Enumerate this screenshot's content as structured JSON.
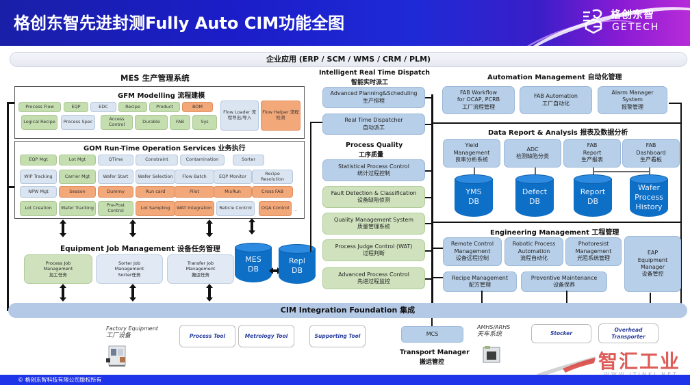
{
  "header": {
    "title": "格创东智先进封测Fully Auto CIM功能全图",
    "logo_cn": "格创东智",
    "logo_en": "GETECH"
  },
  "enterprise_bar": "企业应用  (ERP / SCM / WMS / CRM / PLM)",
  "mes": {
    "title": "MES 生产管理系统",
    "gfm": {
      "title": "GFM Modelling 流程建模",
      "row1": [
        {
          "label": "Process Flow",
          "color": "green"
        },
        {
          "label": "EQP",
          "color": "green"
        },
        {
          "label": "EDC",
          "color": "blue"
        },
        {
          "label": "Recipe",
          "color": "green"
        },
        {
          "label": "Product",
          "color": "green"
        },
        {
          "label": "BOM",
          "color": "orange"
        }
      ],
      "row2": [
        {
          "label": "Logical Recipe",
          "color": "green"
        },
        {
          "label": "Process Spec",
          "color": "blue"
        },
        {
          "label": "Access Control",
          "color": "green"
        },
        {
          "label": "Durable",
          "color": "green"
        },
        {
          "label": "FAB",
          "color": "green"
        },
        {
          "label": "Sys",
          "color": "green"
        }
      ],
      "flow_loader": "Flow Loader 流程导出/导入",
      "flow_helper": "Flow Helper 流程检测"
    },
    "gom": {
      "title": "GOM Run-Time Operation Services 业务执行",
      "rows": [
        [
          {
            "label": "EQP Mgt",
            "color": "green"
          },
          {
            "label": "Lot Mgt",
            "color": "green"
          },
          {
            "label": "QTime",
            "color": "blue"
          },
          {
            "label": "Constraint",
            "color": "blue"
          },
          {
            "label": "Contamination",
            "color": "blue"
          },
          {
            "label": "Sorter",
            "color": "blue"
          }
        ],
        [
          {
            "label": "WIP Tracking",
            "color": "blue"
          },
          {
            "label": "Carrier Mgt",
            "color": "green"
          },
          {
            "label": "Wafer Start",
            "color": "blue"
          },
          {
            "label": "Wafer Selection",
            "color": "blue"
          },
          {
            "label": "Flow Batch",
            "color": "blue"
          },
          {
            "label": "EQP Monitor",
            "color": "blue"
          },
          {
            "label": "Recipe Resolution",
            "color": "blue"
          }
        ],
        [
          {
            "label": "NPW Mgt",
            "color": "blue"
          },
          {
            "label": "Season",
            "color": "orange"
          },
          {
            "label": "Dummy",
            "color": "orange"
          },
          {
            "label": "Run card",
            "color": "orange"
          },
          {
            "label": "Pilot",
            "color": "orange"
          },
          {
            "label": "MixRun",
            "color": "orange"
          },
          {
            "label": "Cross FAB",
            "color": "orange"
          }
        ],
        [
          {
            "label": "Lot Creation",
            "color": "green"
          },
          {
            "label": "Wafer Tracking",
            "color": "green"
          },
          {
            "label": "Pre-Post Control",
            "color": "green"
          },
          {
            "label": "Lot Sampling",
            "color": "orange"
          },
          {
            "label": "WAT Integration",
            "color": "orange"
          },
          {
            "label": "Reticle Control",
            "color": "blue"
          },
          {
            "label": "OQA Control",
            "color": "orange"
          }
        ]
      ],
      "ellipsis": "..."
    }
  },
  "equipment_job": {
    "title": "Equipment Job Management 设备任务管理",
    "items": [
      {
        "line1": "Process Job",
        "line2": "Management",
        "line3": "加工任务"
      },
      {
        "line1": "Sorter Job",
        "line2": "Management",
        "line3": "Sorter任务"
      },
      {
        "line1": "Transfer Job",
        "line2": "Management",
        "line3": "搬运任务"
      }
    ]
  },
  "databases": {
    "mes": [
      "MES",
      "DB"
    ],
    "repl": [
      "Repl",
      "DB"
    ],
    "yms": [
      "YMS",
      "DB"
    ],
    "defect": [
      "Defect",
      "DB"
    ],
    "report": [
      "Report",
      "DB"
    ],
    "wafer": [
      "Wafer",
      "Process",
      "History"
    ]
  },
  "dispatch": {
    "title_en": "Intelligent Real Time Dispatch",
    "title_cn": "智能实时派工",
    "items": [
      {
        "en": "Advanced Planning&Scheduling",
        "cn": "生产排程"
      },
      {
        "en": "Real Time Dispatcher",
        "cn": "自动派工"
      }
    ]
  },
  "quality": {
    "title_en": "Process Quality",
    "title_cn": "工序质量",
    "items": [
      {
        "en": "Statistical Process Control",
        "cn": "统计过程控制"
      },
      {
        "en": "Fault Detection & Classification",
        "cn": "设备缺陷侦测"
      },
      {
        "en": "Quality Management System",
        "cn": "质量管理系统"
      },
      {
        "en": "Process Judge Control (WAT)",
        "cn": "过程判断"
      },
      {
        "en": "Advanced Process Control",
        "cn": "先进过程监控"
      }
    ]
  },
  "automation": {
    "title": "Automation Management 自动化管理",
    "items": [
      {
        "lines": [
          "FAB Workflow",
          "for OCAP, PCRB",
          "工厂流程管理"
        ]
      },
      {
        "lines": [
          "FAB Automation",
          "工厂自动化"
        ]
      },
      {
        "lines": [
          "Alarm Manager",
          "System",
          "报警管理"
        ]
      }
    ]
  },
  "data_report": {
    "title": "Data Report & Analysis 报表及数据分析",
    "items": [
      {
        "lines": [
          "Yield",
          "Management",
          "良率分析系统"
        ]
      },
      {
        "lines": [
          "ADC",
          "检测缺陷分类"
        ]
      },
      {
        "lines": [
          "FAB",
          "Report",
          "生产报表"
        ]
      },
      {
        "lines": [
          "FAB",
          "Dashboard",
          "生产看板"
        ]
      }
    ]
  },
  "engineering": {
    "title": "Engineering Management 工程管理",
    "items": [
      {
        "lines": [
          "Remote Control",
          "Management",
          "设备远程控制"
        ]
      },
      {
        "lines": [
          "Robotic Process",
          "Automation",
          "流程自动化"
        ]
      },
      {
        "lines": [
          "Photoresist",
          "Management",
          "光阻系统管理"
        ]
      },
      {
        "lines": [
          "Recipe Management",
          "配方管理"
        ]
      },
      {
        "lines": [
          "Preventive Maintenance",
          "设备保养"
        ]
      },
      {
        "lines": [
          "EAP",
          "Equipment",
          "Manager",
          "设备管控"
        ]
      }
    ]
  },
  "cim_bar": "CIM Integration Foundation 集成",
  "bottom": {
    "factory_equipment_en": "Factory Equipment",
    "factory_equipment_cn": "工厂设备",
    "tools": [
      "Process Tool",
      "Metrology Tool",
      "Supporting Tool"
    ],
    "mcs": "MCS",
    "transport_en": "Transport Manager",
    "transport_cn": "搬运管控",
    "amhs_en": "AMHS/ARHS",
    "amhs_cn": "天车系统",
    "stocker": "Stocker",
    "overhead": "Overhead Transporter"
  },
  "footer": "©  格创东智科技有限公司版权所有",
  "watermark": {
    "text": "智汇工业",
    "url": "WWW.ITINKI.NET"
  },
  "colors": {
    "green": "#c5deb0",
    "blue": "#dae5f1",
    "orange": "#f3a87a",
    "db_blue": "#0e6fc6",
    "header_blue": "#1b1ec9",
    "footer_blue": "#1f33e8"
  }
}
